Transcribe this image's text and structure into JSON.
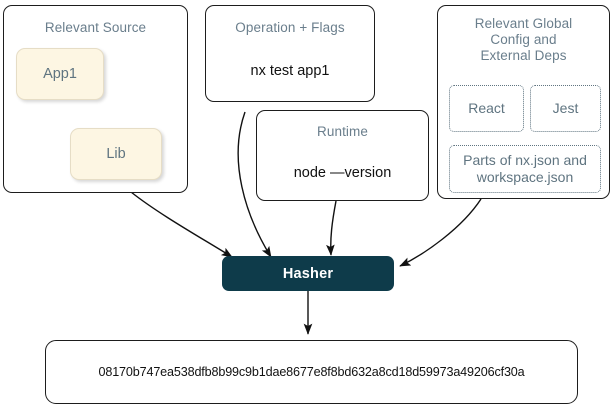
{
  "diagram": {
    "title": "Nx Hasher inputs diagram",
    "colors": {
      "hasher_fill": "#0e3b4a",
      "node_fill": "#fdf6e3",
      "title_text": "#6a7e8c",
      "body_text": "#111111",
      "border": "#1d1d1d"
    },
    "groups": [
      {
        "id": "relevant-source",
        "title": "Relevant Source",
        "nodes": [
          {
            "id": "app1",
            "label": "App1"
          },
          {
            "id": "lib",
            "label": "Lib"
          }
        ]
      },
      {
        "id": "operation-flags",
        "title": "Operation + Flags",
        "command": "nx test app1"
      },
      {
        "id": "runtime",
        "title": "Runtime",
        "command": "node —version"
      },
      {
        "id": "global-config",
        "title": "Relevant Global Config and External Deps",
        "title_lines": [
          "Relevant Global",
          "Config and",
          "External Deps"
        ],
        "nodes": [
          {
            "id": "react",
            "label": "React"
          },
          {
            "id": "jest",
            "label": "Jest"
          },
          {
            "id": "config-files",
            "label": "Parts of nx.json and workspace.json",
            "lines": [
              "Parts of nx.json and",
              "workspace.json"
            ]
          }
        ]
      }
    ],
    "hasher": {
      "label": "Hasher"
    },
    "output": {
      "hash": "08170b747ea538dfb8b99c9b1dae8677e8f8bd632a8cd18d59973a49206cf30a"
    }
  }
}
